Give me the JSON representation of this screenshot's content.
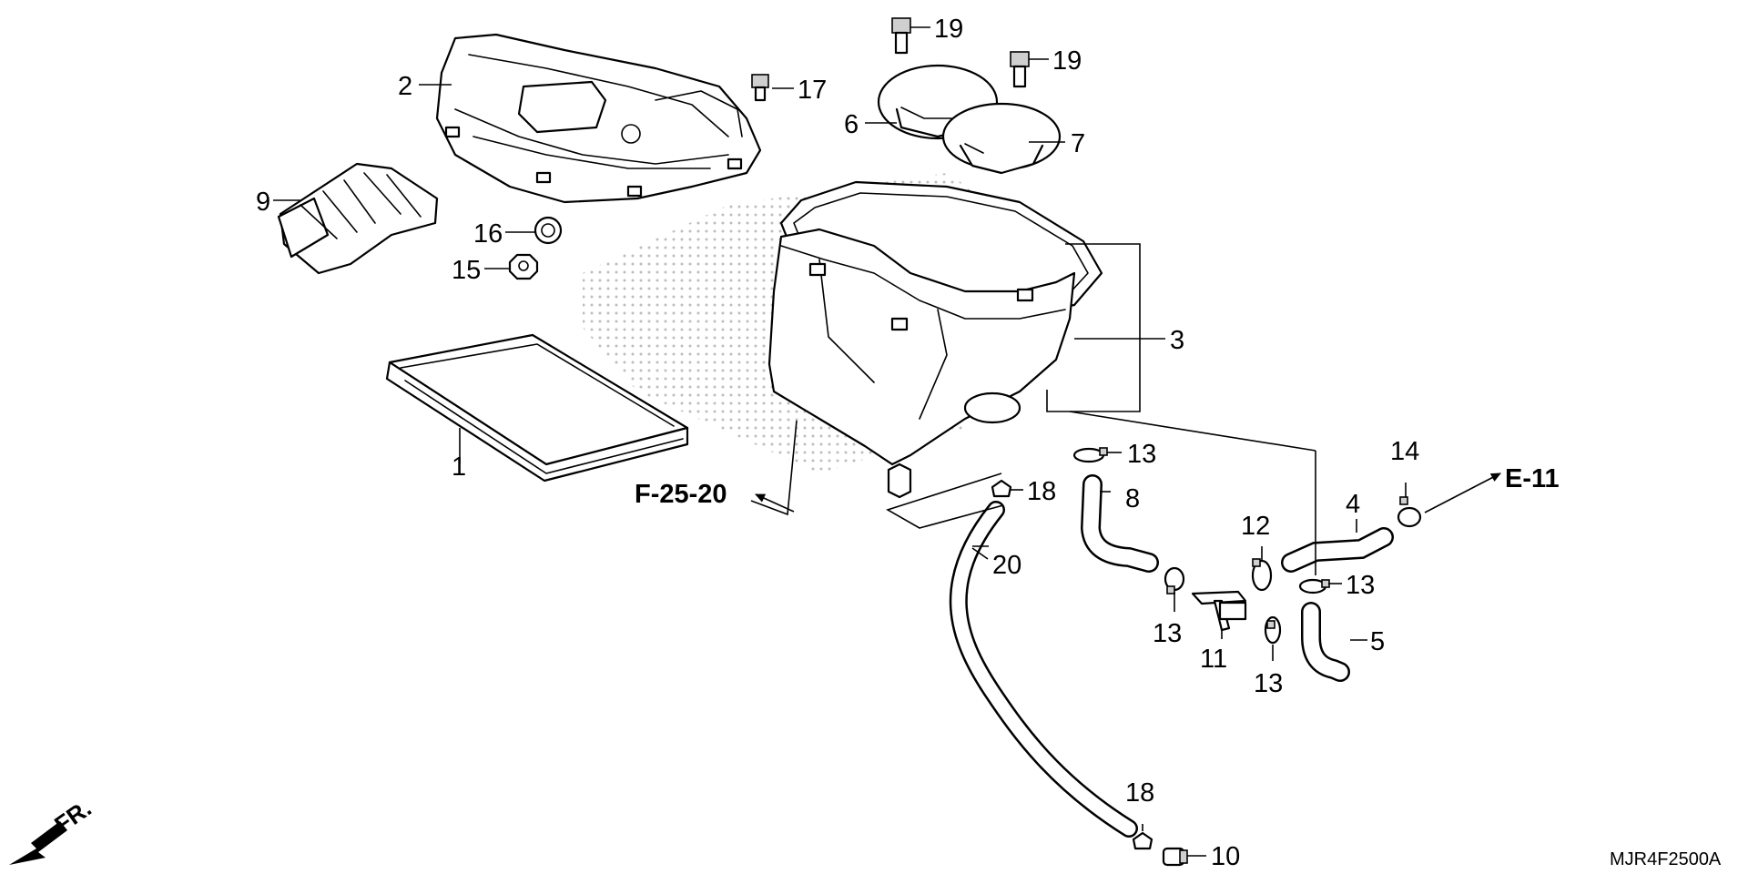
{
  "callouts": [
    "1",
    "2",
    "3",
    "4",
    "5",
    "6",
    "7",
    "8",
    "9",
    "10",
    "11",
    "12",
    "13",
    "14",
    "15",
    "16",
    "17",
    "18",
    "19",
    "20"
  ],
  "references": {
    "left": "F-25-20",
    "right": "E-11"
  },
  "direction_label": "FR.",
  "diagram_code": "MJR4F2500A",
  "watermark_color": "#bdbdbd"
}
